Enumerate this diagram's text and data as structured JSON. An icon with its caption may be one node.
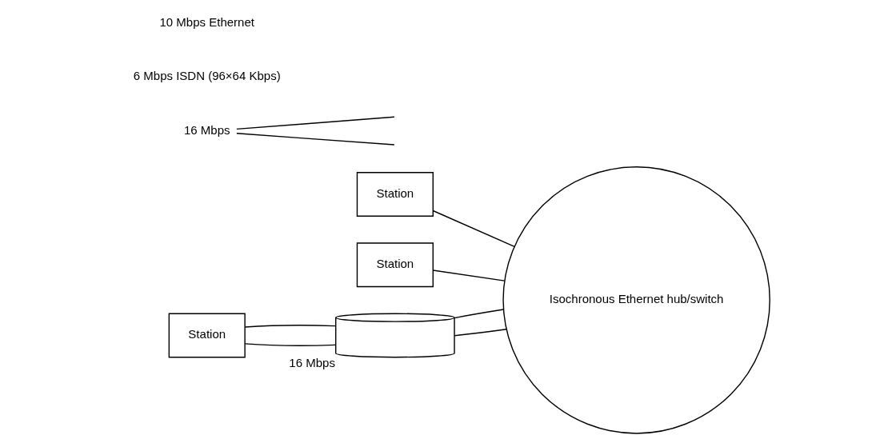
{
  "diagram": {
    "nodes": [
      {
        "text": [
          "Station"
        ]
      },
      {
        "text": [
          "Station"
        ]
      },
      {
        "text": [
          "16 Mbps"
        ]
      },
      {
        "text": [
          "Station"
        ]
      },
      {
        "text": [],
        "shape": "cylinder",
        "beside": [
          "16 Mbps"
        ]
      },
      {
        "text": [
          "Isochronous Ethernet hub/switch"
        ]
      }
    ],
    "edges": [
      {
        "from": 0,
        "to": 5,
        "arrow": "none"
      },
      {
        "from": 1,
        "to": 5,
        "arrow": "none"
      },
      {
        "from": 2,
        "to": null,
        "arrow": "none"
      },
      {
        "from": 2,
        "to": null,
        "arrow": "none"
      },
      {
        "from": 3,
        "to": 4,
        "arrow": "none"
      },
      {
        "from": 3,
        "to": 4,
        "arrow": "none"
      },
      {
        "from": 4,
        "to": 5,
        "arrow": "none"
      },
      {
        "from": 4,
        "to": 5,
        "arrow": "none"
      }
    ],
    "labels": [
      "6 Mbps ISDN (96×64 Kbps)",
      "10 Mbps Ethernet"
    ]
  }
}
